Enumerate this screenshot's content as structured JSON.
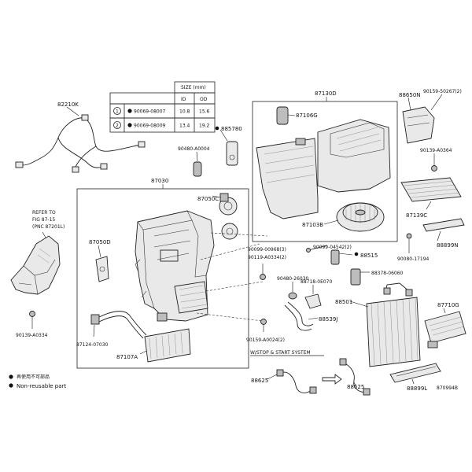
{
  "labels": {
    "p82210K": "82210K",
    "p90480A": "90480-A0004",
    "p885780": "885780",
    "p87030": "87030",
    "p87050C": "87050C",
    "p87050D": "87050D",
    "p87130D": "87130D",
    "p87106G": "87106G",
    "p87103B": "87103B",
    "p88650N": "88650N",
    "p90159a": "90159-50267(2)",
    "p90139a": "90139-A0364",
    "p87139C": "87139C",
    "p88899N": "88899N",
    "p90080": "90080-17194",
    "p90099a": "90099-00968(3)",
    "p90119": "90119-A0334(2)",
    "p90099b": "90099-04542(2)",
    "p88515": "88515",
    "p90480b": "90480-26030",
    "p88718": "88718-0E070",
    "p88378": "88378-06060",
    "p88501": "88501",
    "p87710G": "87710G",
    "p88539J": "88539J",
    "p87124": "87124-07030",
    "p87107A": "87107A",
    "p90159b": "90159-A0024(2)",
    "p88625a": "88625",
    "p88625b": "88625",
    "p88899L": "88899L",
    "p90139b": "90139-A0334",
    "refer": "REFER TO",
    "fig": "FIG 87-15",
    "pnc": "(PNC 87201L)",
    "stop_start": "W/STOP & START SYSTEM",
    "legend_jp": "再使用不可部品",
    "legend_en": "Non-reusable part",
    "ref_code": "870994B"
  },
  "size_table": {
    "title": "SIZE (mm)",
    "headers": [
      "ID",
      "OD"
    ],
    "rows": [
      {
        "num": "1",
        "part": "90069-08007",
        "id": "10.8",
        "od": "15.6"
      },
      {
        "num": "2",
        "part": "90069-08009",
        "id": "13.4",
        "od": "19.2"
      }
    ]
  }
}
